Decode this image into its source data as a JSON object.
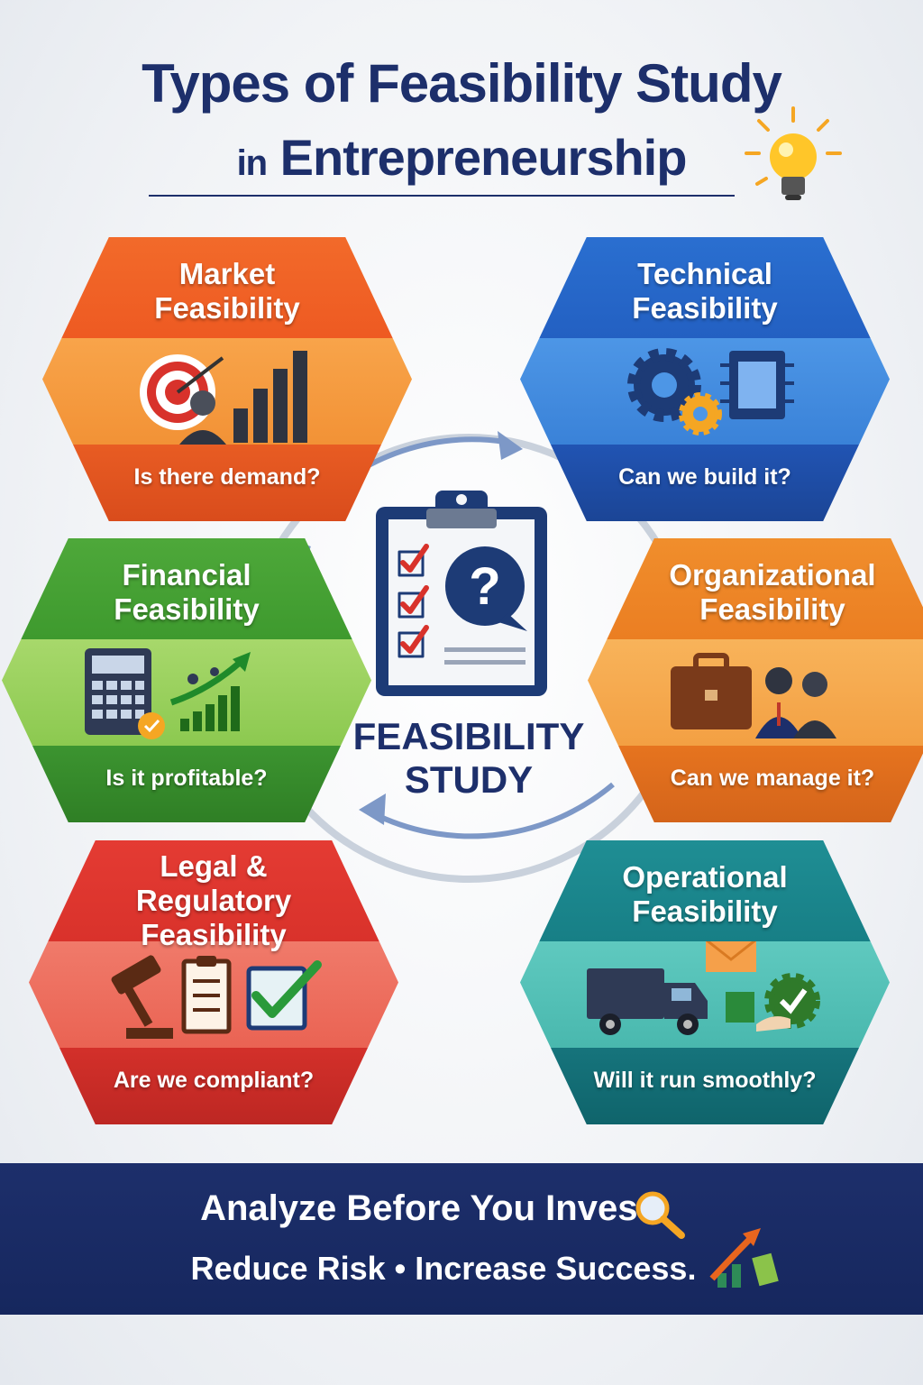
{
  "title": {
    "line1": "Types of Feasibility Study",
    "line2_prefix": "in",
    "line2_main": "Entrepreneurship"
  },
  "center": {
    "line1": "FEASIBILITY",
    "line2": "STUDY"
  },
  "types": [
    {
      "title_line1": "Market",
      "title_line2": "Feasibility",
      "question": "Is there demand?",
      "color": "#f26a2a"
    },
    {
      "title_line1": "Technical",
      "title_line2": "Feasibility",
      "question": "Can we build it?",
      "color": "#2a6fd0"
    },
    {
      "title_line1": "Financial",
      "title_line2": "Feasibility",
      "question": "Is it profitable?",
      "color": "#4ea83a"
    },
    {
      "title_line1": "Organizational",
      "title_line2": "Feasibility",
      "question": "Can we manage it?",
      "color": "#f08e2c"
    },
    {
      "title_line1": "Legal &",
      "title_line2": "Regulatory",
      "title_line3": "Feasibility",
      "question": "Are we compliant?",
      "color": "#e43b33"
    },
    {
      "title_line1": "Operational",
      "title_line2": "Feasibility",
      "question": "Will it run smoothly?",
      "color": "#1f8e94"
    }
  ],
  "footer": {
    "line1": "Analyze Before You Invest.",
    "line2": "Reduce Risk • Increase Success.",
    "background": "#1d2f6b"
  },
  "icons": [
    "lightbulb-icon",
    "target-icon",
    "gear-icon",
    "chip-icon",
    "calculator-icon",
    "growth-chart-icon",
    "briefcase-icon",
    "team-icon",
    "gavel-icon",
    "checklist-icon",
    "truck-icon",
    "envelope-icon",
    "clipboard-icon",
    "magnifier-icon",
    "arrow-up-chart-icon"
  ]
}
